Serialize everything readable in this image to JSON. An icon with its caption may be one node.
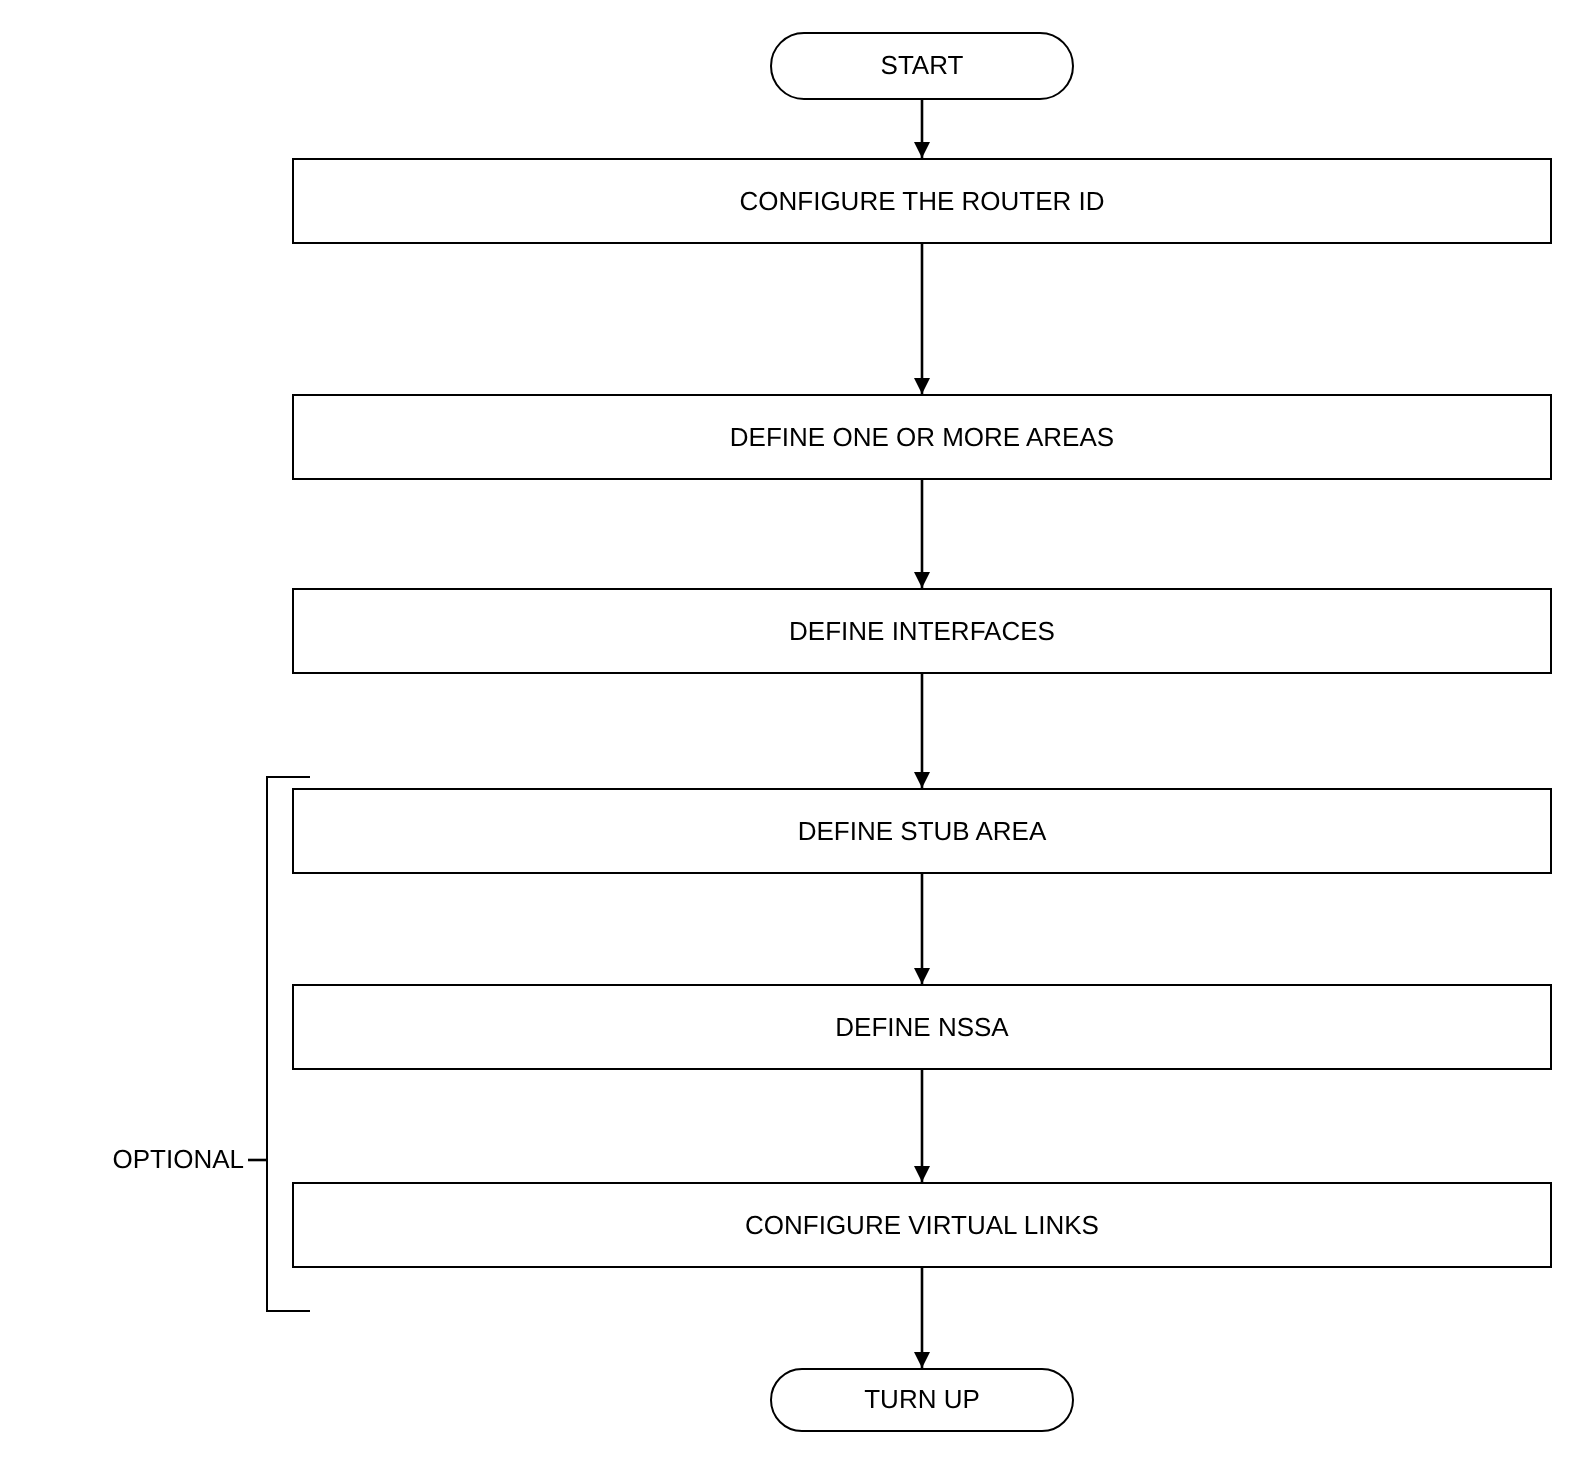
{
  "diagram": {
    "nodes": [
      {
        "text": [
          "START"
        ]
      },
      {
        "text": [
          "CONFIGURE THE ROUTER ID"
        ]
      },
      {
        "text": [
          "DEFINE ONE OR MORE AREAS"
        ]
      },
      {
        "text": [
          "DEFINE INTERFACES"
        ]
      },
      {
        "text": [
          "DEFINE STUB AREA"
        ]
      },
      {
        "text": [
          "DEFINE NSSA"
        ]
      },
      {
        "text": [
          "CONFIGURE VIRTUAL LINKS"
        ]
      },
      {
        "text": [
          "TURN UP"
        ]
      },
      {
        "text": [
          "OPTIONAL"
        ]
      },
      {
        "text": [],
        "shape": "bracket"
      }
    ],
    "edges": [
      {
        "from": 0,
        "to": 1,
        "arrow": "to"
      },
      {
        "from": 1,
        "to": 2,
        "arrow": "to"
      },
      {
        "from": 2,
        "to": 3,
        "arrow": "to"
      },
      {
        "from": 3,
        "to": 4,
        "arrow": "to"
      },
      {
        "from": 4,
        "to": 5,
        "arrow": "to"
      },
      {
        "from": 5,
        "to": 6,
        "arrow": "to"
      },
      {
        "from": 6,
        "to": 7,
        "arrow": "to"
      },
      {
        "from": 8,
        "to": 9,
        "arrow": "none"
      }
    ]
  }
}
